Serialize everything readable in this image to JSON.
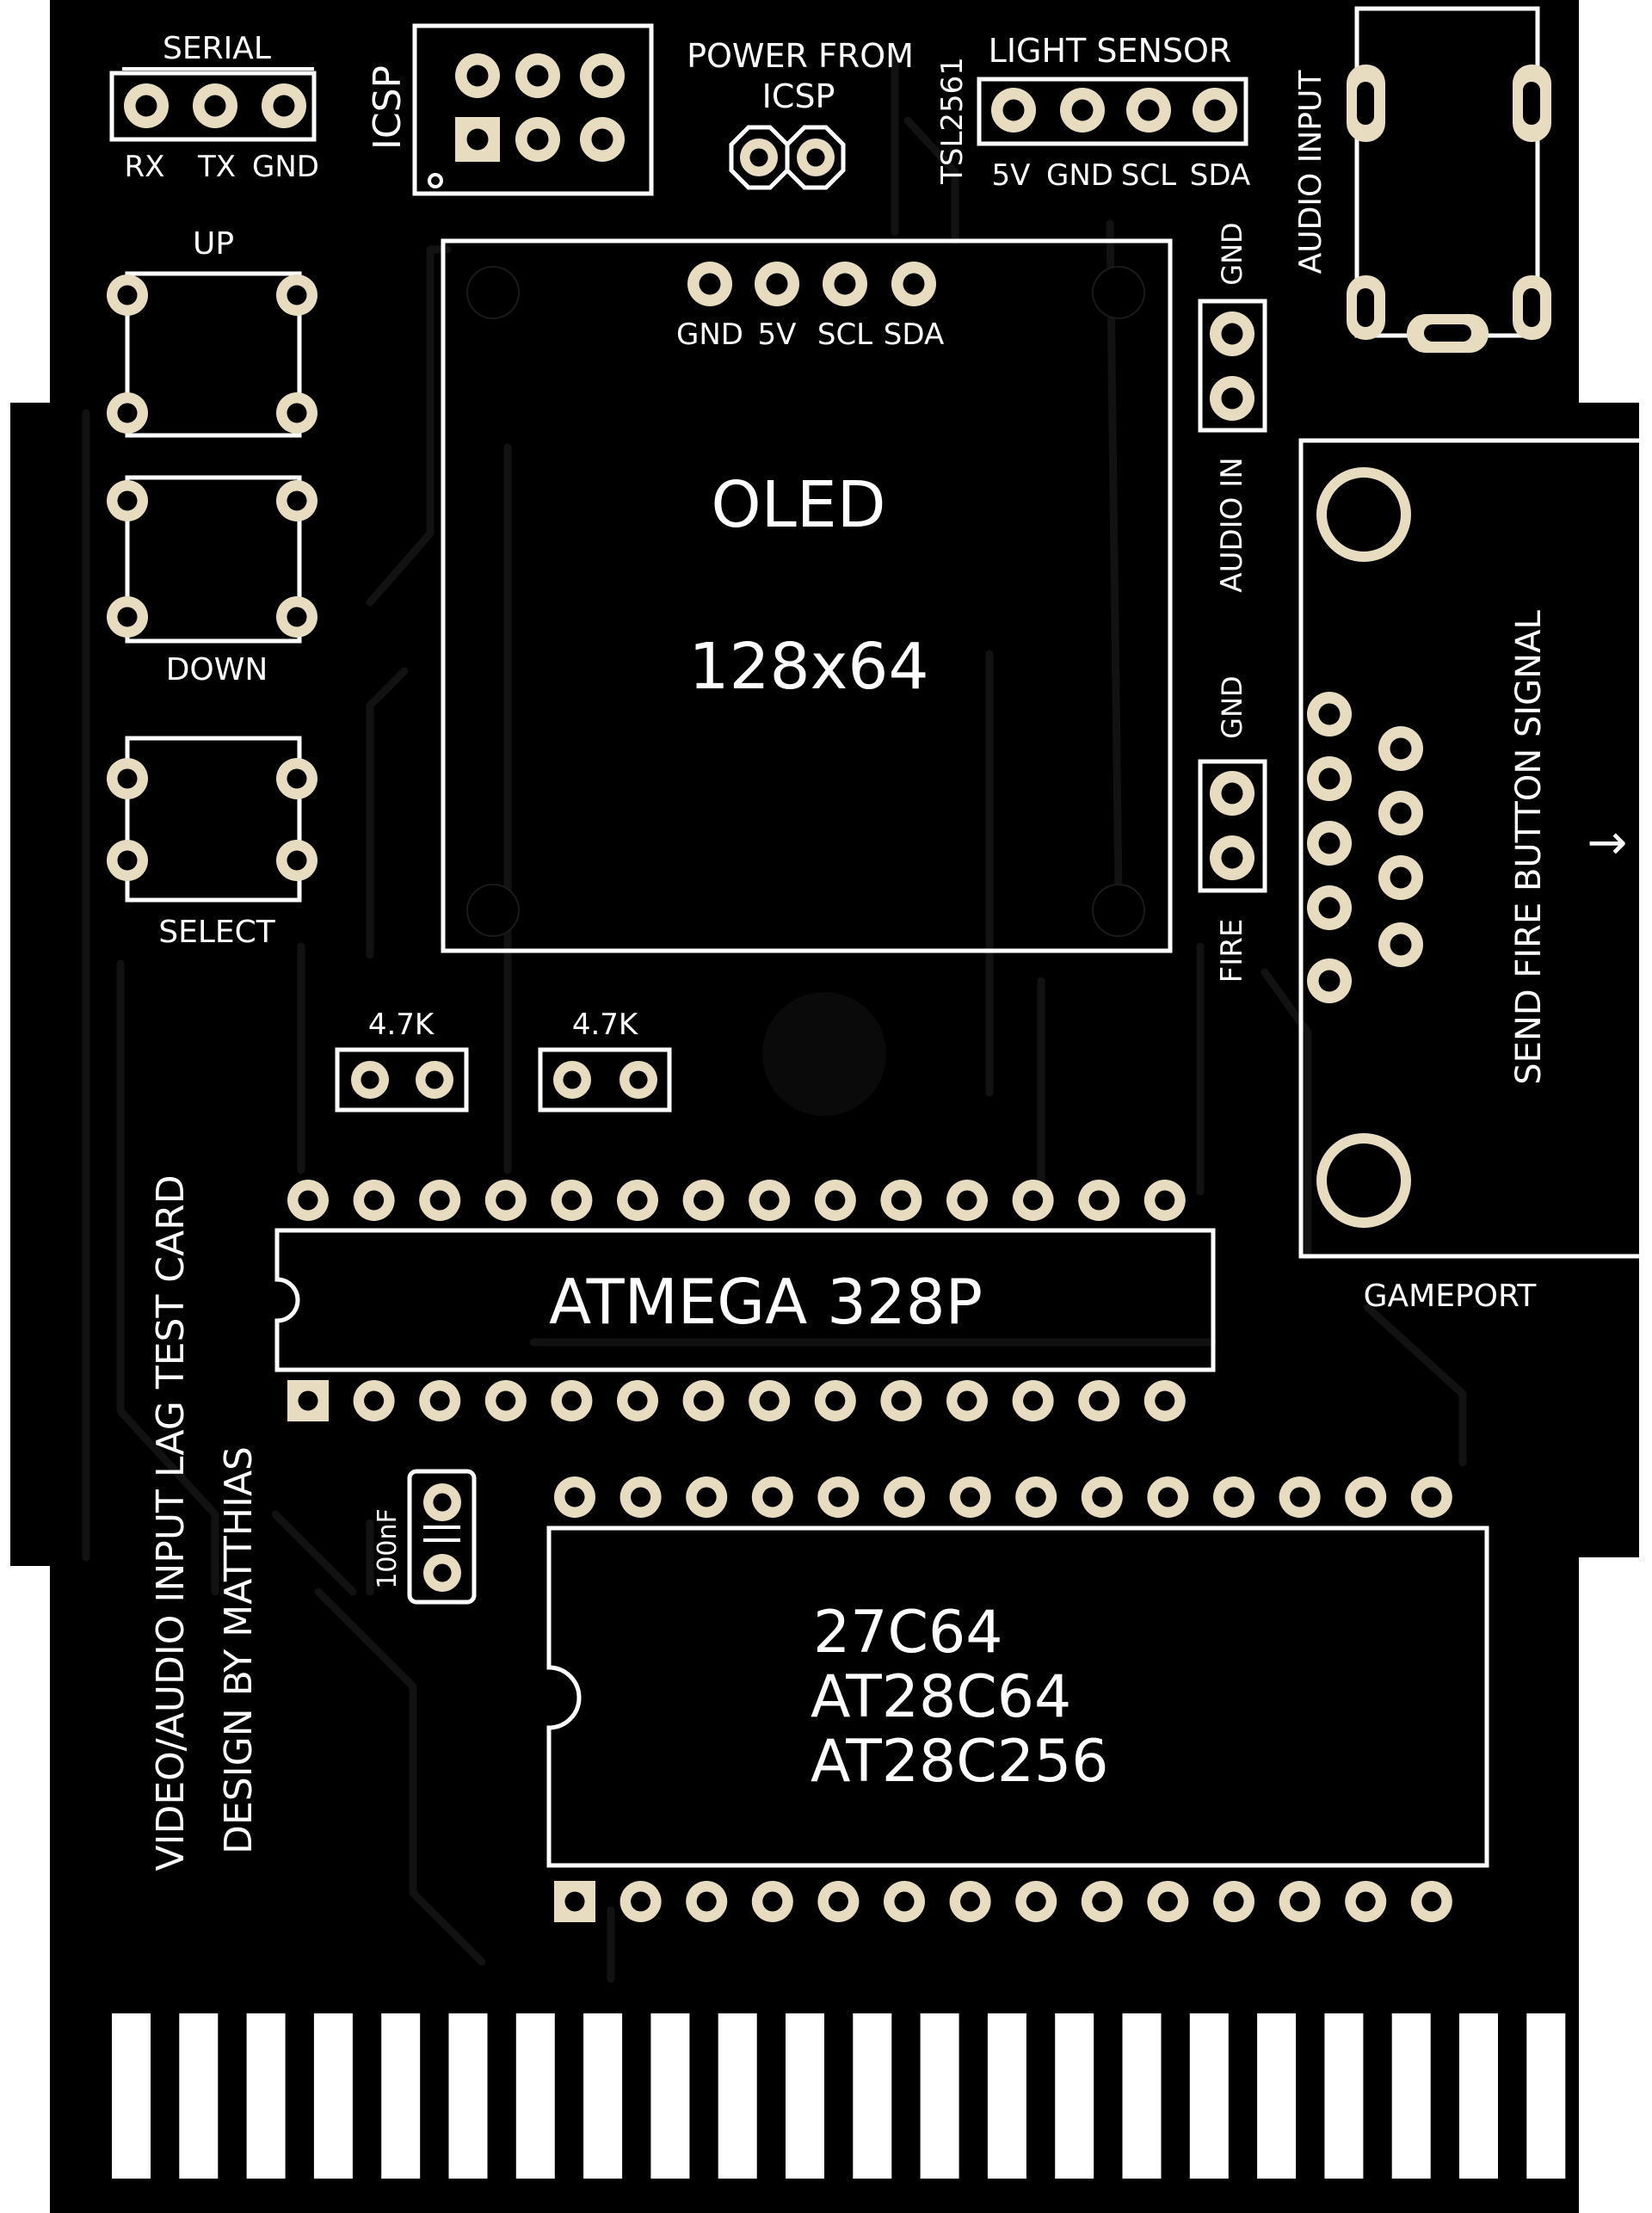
{
  "colors": {
    "pcb": "#000000",
    "trace": "#121212",
    "silkscreen": "#ffffff",
    "copper": "#e7dcc0",
    "hole": "#000000"
  },
  "labels": {
    "serial": "SERIAL",
    "serial_pins": [
      "RX",
      "TX",
      "GND"
    ],
    "icsp": "ICSP",
    "power_from": "POWER FROM",
    "power_icsp": "ICSP",
    "tsl": "TSL2561",
    "light_sensor": "LIGHT SENSOR",
    "light_pins": [
      "5V",
      "GND",
      "SCL",
      "SDA"
    ],
    "audio_input": "AUDIO INPUT",
    "up": "UP",
    "down": "DOWN",
    "select": "SELECT",
    "oled_pins": [
      "GND",
      "5V",
      "SCL",
      "SDA"
    ],
    "oled": "OLED",
    "oled_res": "128x64",
    "gnd_audio": "GND",
    "audio_in": "AUDIO IN",
    "gnd_fire": "GND",
    "fire": "FIRE",
    "send_fire": "SEND FIRE BUTTON SIGNAL",
    "arrow": "→",
    "gameport": "GAMEPORT",
    "res1": "4.7K",
    "res2": "4.7K",
    "atmega": "ATMEGA 328P",
    "cap": "100nF",
    "eeprom": [
      "27C64",
      "AT28C64",
      "AT28C256"
    ],
    "title_line1": "VIDEO/AUDIO INPUT LAG TEST CARD",
    "title_line2": "DESIGN BY MATTHIAS"
  },
  "components": {
    "atmega_pins_per_row": 14,
    "eeprom_pins_per_row": 14,
    "edge_contacts": 22,
    "gameport_pins": 9
  }
}
